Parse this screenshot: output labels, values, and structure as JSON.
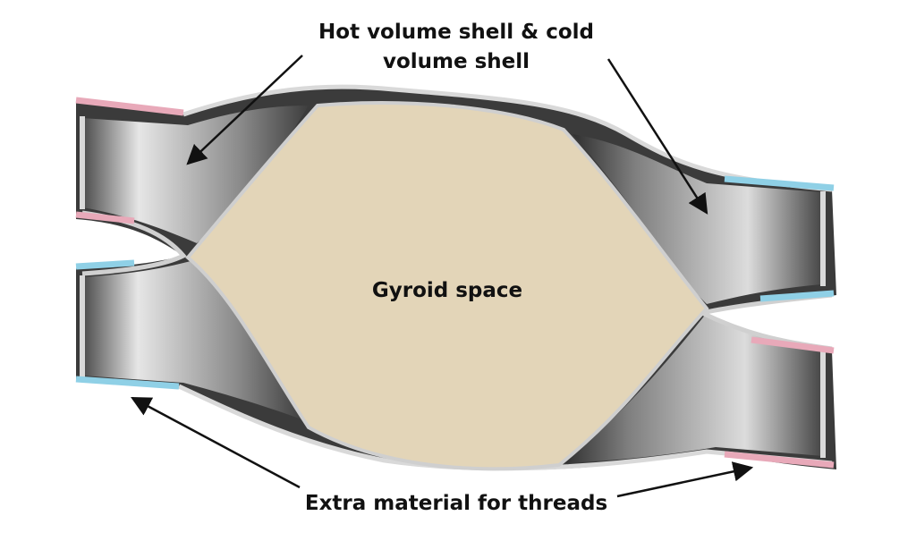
{
  "labels": {
    "shells_line1": "Hot volume shell & cold",
    "shells_line2": "volume shell",
    "core": "Gyroid space",
    "threads": "Extra material for threads"
  },
  "colors": {
    "core_fill": "#e3d5b8",
    "shell_dark": "#3a3a3a",
    "shell_light": "#cfcfcf",
    "wall": "#d9d9d9",
    "hot_accent": "#e8a9b9",
    "cold_accent": "#8fd0e6",
    "text": "#111111",
    "arrow": "#111111"
  }
}
